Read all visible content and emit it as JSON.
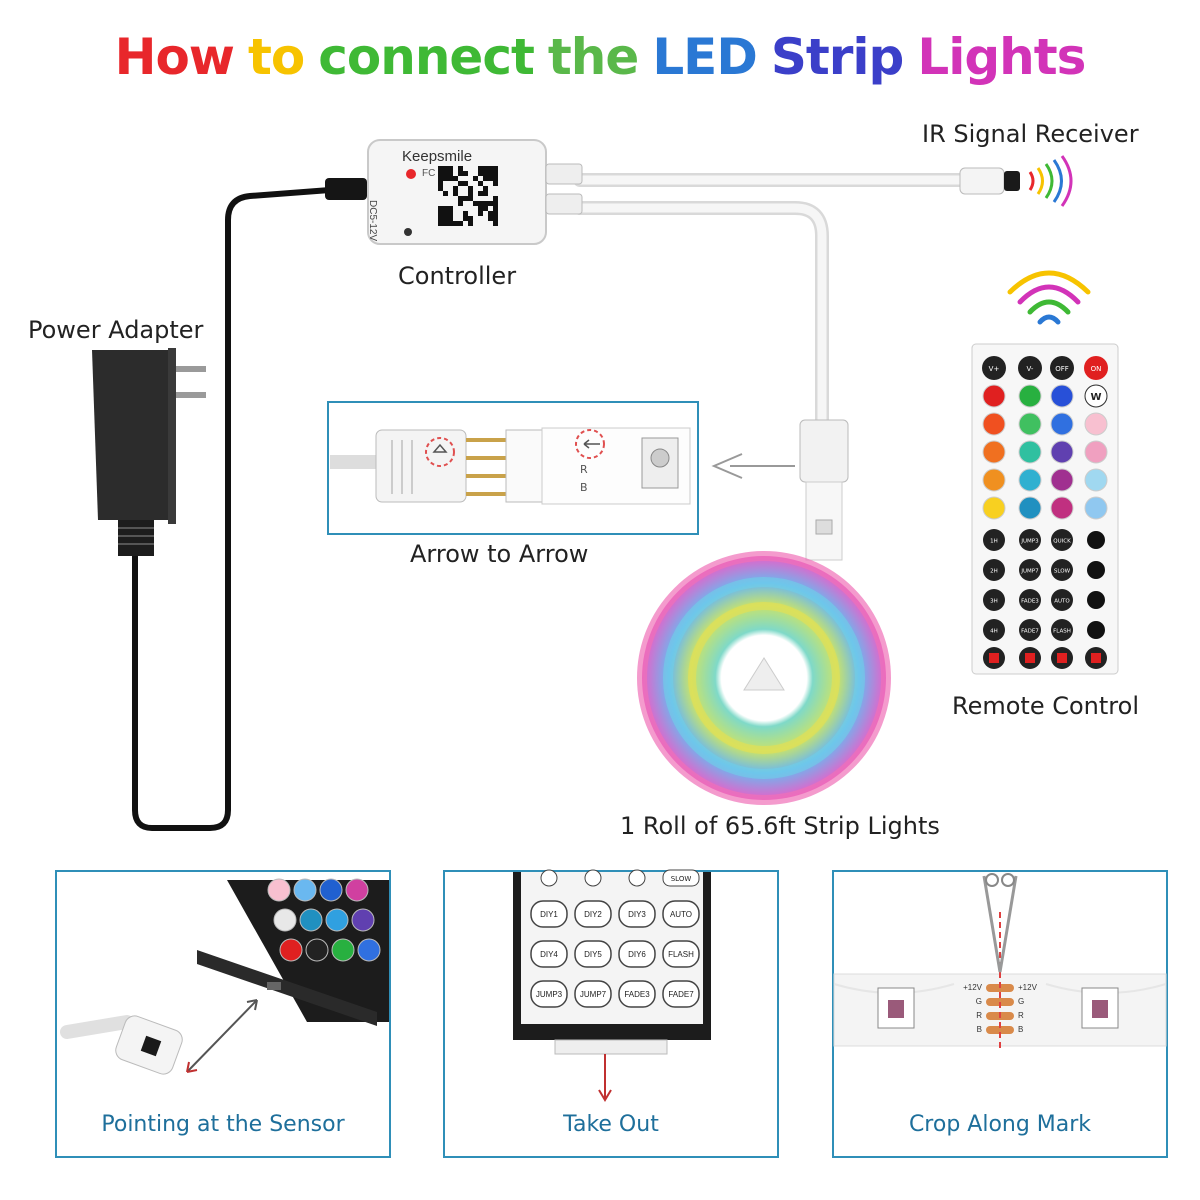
{
  "title_words": [
    {
      "text": "How",
      "color": "#e8272b"
    },
    {
      "text": "to",
      "color": "#f7c300"
    },
    {
      "text": "connect",
      "color": "#3fb935"
    },
    {
      "text": "the",
      "color": "#5ab84a"
    },
    {
      "text": "LED",
      "color": "#2a78d4"
    },
    {
      "text": "Strip",
      "color": "#3b3fc9"
    },
    {
      "text": "Lights",
      "color": "#d233b8"
    }
  ],
  "labels": {
    "ir_receiver": "IR Signal Receiver",
    "controller": "Controller",
    "power_adapter": "Power Adapter",
    "arrow_to_arrow": "Arrow to Arrow",
    "remote_control": "Remote Control",
    "strip_roll": "1 Roll of 65.6ft Strip Lights"
  },
  "controller_box": {
    "brand": "Keepsmile",
    "voltage": "DC5-12V",
    "cert": "FC"
  },
  "strip_markings": [
    "R",
    "B"
  ],
  "remote_buttons_top": [
    "V+",
    "V-",
    "OFF",
    "ON"
  ],
  "remote_function_rows": [
    [
      "1H",
      "JUMP3",
      "QUICK"
    ],
    [
      "2H",
      "JUMP7",
      "SLOW"
    ],
    [
      "3H",
      "FADE3",
      "AUTO"
    ],
    [
      "4H",
      "FADE7",
      "FLASH"
    ]
  ],
  "remote_w": "W",
  "bottom_panels": [
    {
      "caption": "Pointing at the Sensor"
    },
    {
      "caption": "Take Out"
    },
    {
      "caption": "Crop Along Mark"
    }
  ],
  "panel2_buttons": [
    [
      "DIY1",
      "DIY2",
      "DIY3",
      "AUTO"
    ],
    [
      "DIY4",
      "DIY5",
      "DIY6",
      "FLASH"
    ],
    [
      "JUMP3",
      "JUMP7",
      "FADE3",
      "FADE7"
    ]
  ],
  "panel2_top_right": "SLOW",
  "panel3_pads_left": [
    "+12V",
    "G",
    "R",
    "B"
  ],
  "panel3_pads_right": [
    "+12V",
    "G",
    "R",
    "B"
  ],
  "colors": {
    "panel_border": "#2f8fb8",
    "caption": "#1e6f9b",
    "cable_black": "#111111",
    "cable_white": "#e8e8e8"
  }
}
